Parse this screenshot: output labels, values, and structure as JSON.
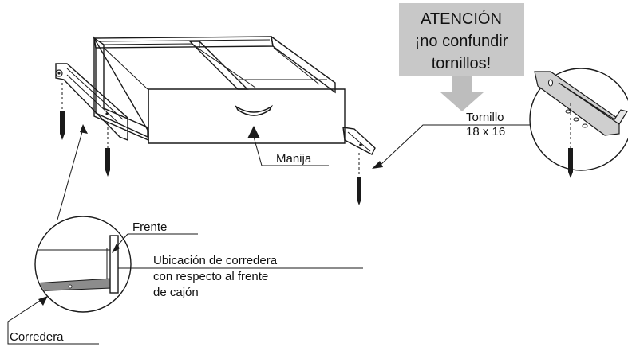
{
  "warning": {
    "line1": "ATENCIÓN",
    "line2": "¡no confundir",
    "line3": "tornillos!",
    "box_color": "#c8c8c8",
    "arrow_color": "#bdbdbd"
  },
  "labels": {
    "handle": "Manija",
    "screw_line1": "Tornillo",
    "screw_line2": "18 x 16",
    "front": "Frente",
    "location_line1": "Ubicación de corredera",
    "location_line2": "con respecto al frente",
    "location_line3": "de cajón",
    "slide": "Corredera"
  },
  "colors": {
    "ink": "#1a1a1a",
    "slide_fill": "#8c8c8c",
    "rail_fill": "#cfcfcf"
  }
}
